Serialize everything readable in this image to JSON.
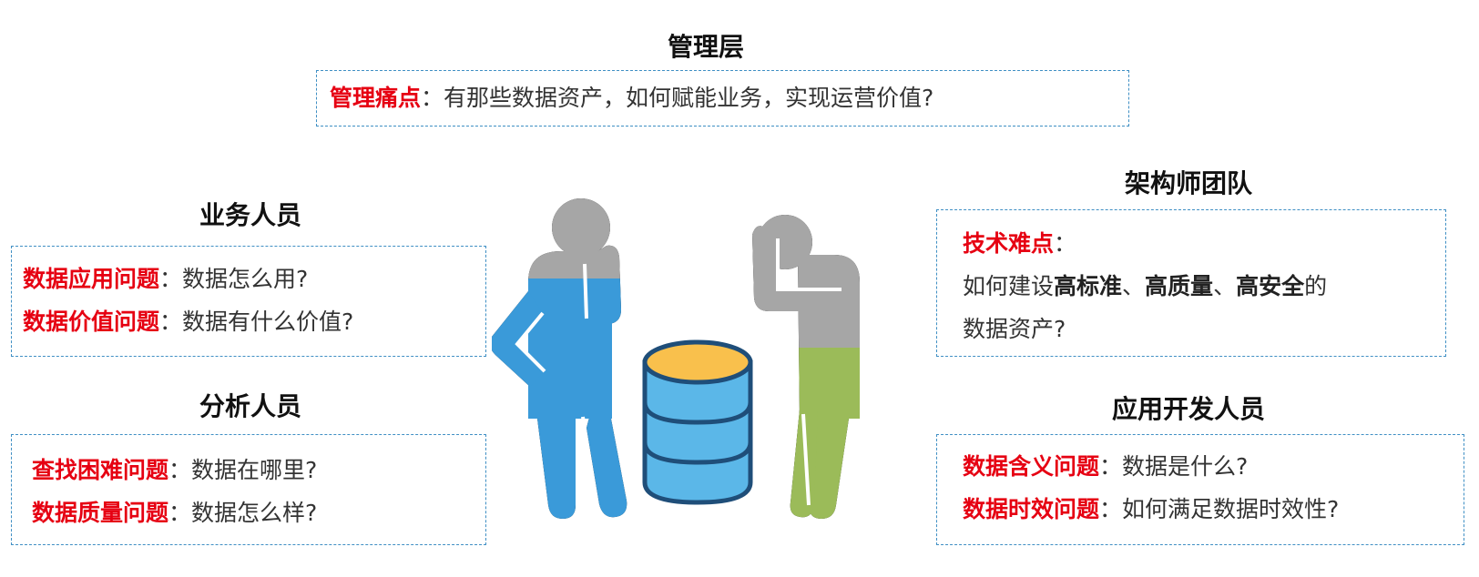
{
  "management": {
    "title": "管理层",
    "key": "管理痛点",
    "sep": "：",
    "text": "有那些数据资产，如何赋能业务，实现运营价值?"
  },
  "business": {
    "title": "业务人员",
    "items": [
      {
        "key": "数据应用问题",
        "sep": "：",
        "text": "数据怎么用?"
      },
      {
        "key": "数据价值问题",
        "sep": "：",
        "text": "数据有什么价值?"
      }
    ]
  },
  "analyst": {
    "title": "分析人员",
    "items": [
      {
        "key": "查找困难问题",
        "sep": "：",
        "text": "数据在哪里?"
      },
      {
        "key": "数据质量问题",
        "sep": "：",
        "text": "数据怎么样?"
      }
    ]
  },
  "architect": {
    "title": "架构师团队",
    "key": "技术难点",
    "sep": "：",
    "line2": {
      "p1": "如何建设",
      "b1": "高标准",
      "s1": "、",
      "b2": "高质量",
      "s2": "、",
      "b3": "高安全",
      "p2": "的"
    },
    "line3": "数据资产?"
  },
  "developer": {
    "title": "应用开发人员",
    "items": [
      {
        "key": "数据含义问题",
        "sep": "：",
        "text": "数据是什么?"
      },
      {
        "key": "数据时效问题",
        "sep": "：",
        "text": "如何满足数据时效性?"
      }
    ]
  },
  "colors": {
    "accent_red": "#e60012",
    "border_blue": "#3f8fc4",
    "person_blue": "#3a9ad9",
    "person_green": "#9bbb59",
    "person_gray": "#a6a6a6",
    "db_blue": "#5bb7e8",
    "db_top": "#f9c04c",
    "db_outline": "#1f4e79"
  }
}
